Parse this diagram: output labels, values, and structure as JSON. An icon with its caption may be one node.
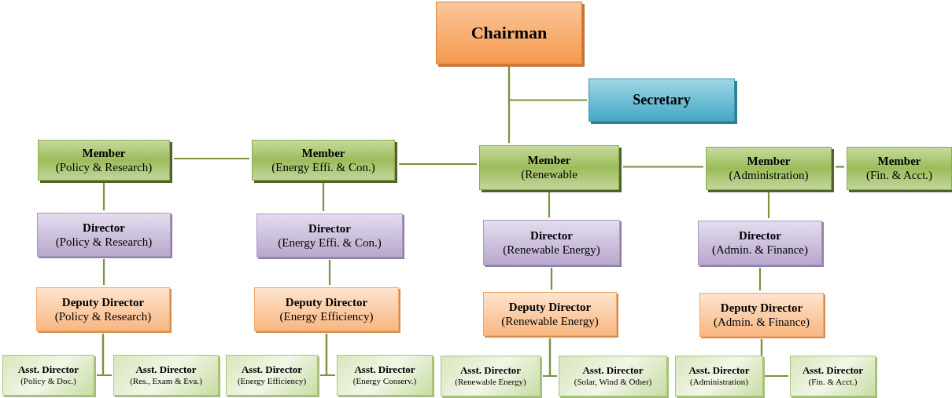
{
  "diagram": {
    "nodes": [
      {
        "text": [
          "Chairman"
        ]
      },
      {
        "text": [
          "Secretary"
        ]
      },
      {
        "text": [
          "Member",
          "(Policy & Research)"
        ]
      },
      {
        "text": [
          "Member",
          "(Energy Effi. & Con.)"
        ]
      },
      {
        "text": [
          "Member",
          "(Renewable"
        ]
      },
      {
        "text": [
          "Member",
          "(Administration)"
        ]
      },
      {
        "text": [
          "Member",
          "(Fin. & Acct.)"
        ]
      },
      {
        "text": [
          "Director",
          "(Policy & Research)"
        ]
      },
      {
        "text": [
          "Director",
          "(Energy Effi. & Con.)"
        ]
      },
      {
        "text": [
          "Director",
          "(Renewable Energy)"
        ]
      },
      {
        "text": [
          "Director",
          "(Admin. & Finance)"
        ]
      },
      {
        "text": [
          "Deputy Director",
          "(Policy & Research)"
        ]
      },
      {
        "text": [
          "Deputy Director",
          "(Energy Efficiency)"
        ]
      },
      {
        "text": [
          "Deputy Director",
          "(Renewable Energy)"
        ]
      },
      {
        "text": [
          "Deputy Director",
          "(Admin. & Finance)"
        ]
      },
      {
        "text": [
          "Asst. Director",
          "(Policy & Doc.)"
        ]
      },
      {
        "text": [
          "Asst. Director",
          "(Res., Exam & Eva.)"
        ]
      },
      {
        "text": [
          "Asst. Director",
          "(Energy Efficiency)"
        ]
      },
      {
        "text": [
          "Asst. Director",
          "(Energy Conserv.)"
        ]
      },
      {
        "text": [
          "Asst. Director",
          "(Renewable Energy)"
        ]
      },
      {
        "text": [
          "Asst. Director",
          "(Solar, Wind & Other)"
        ]
      },
      {
        "text": [
          "Asst. Director",
          "(Administration)"
        ]
      },
      {
        "text": [
          "Asst. Director",
          "(Fin. & Acct.)"
        ]
      }
    ],
    "edges": [
      {
        "from": 0,
        "to": 4,
        "arrow": "none"
      },
      {
        "from": 0,
        "to": 1,
        "arrow": "none"
      },
      {
        "from": 2,
        "to": 3,
        "arrow": "none"
      },
      {
        "from": 3,
        "to": 4,
        "arrow": "none"
      },
      {
        "from": 4,
        "to": 5,
        "arrow": "none"
      },
      {
        "from": 5,
        "to": 6,
        "arrow": "none"
      },
      {
        "from": 2,
        "to": 7,
        "arrow": "none"
      },
      {
        "from": 3,
        "to": 8,
        "arrow": "none"
      },
      {
        "from": 4,
        "to": 9,
        "arrow": "none"
      },
      {
        "from": 5,
        "to": 10,
        "arrow": "none"
      },
      {
        "from": 7,
        "to": 11,
        "arrow": "none"
      },
      {
        "from": 8,
        "to": 12,
        "arrow": "none"
      },
      {
        "from": 9,
        "to": 13,
        "arrow": "none"
      },
      {
        "from": 10,
        "to": 14,
        "arrow": "none"
      },
      {
        "from": 11,
        "to": 15,
        "arrow": "none"
      },
      {
        "from": 11,
        "to": 16,
        "arrow": "none"
      },
      {
        "from": 12,
        "to": 17,
        "arrow": "none"
      },
      {
        "from": 12,
        "to": 18,
        "arrow": "none"
      },
      {
        "from": 13,
        "to": 19,
        "arrow": "none"
      },
      {
        "from": 13,
        "to": 20,
        "arrow": "none"
      },
      {
        "from": 14,
        "to": 21,
        "arrow": "none"
      },
      {
        "from": 14,
        "to": 22,
        "arrow": "none"
      }
    ]
  }
}
